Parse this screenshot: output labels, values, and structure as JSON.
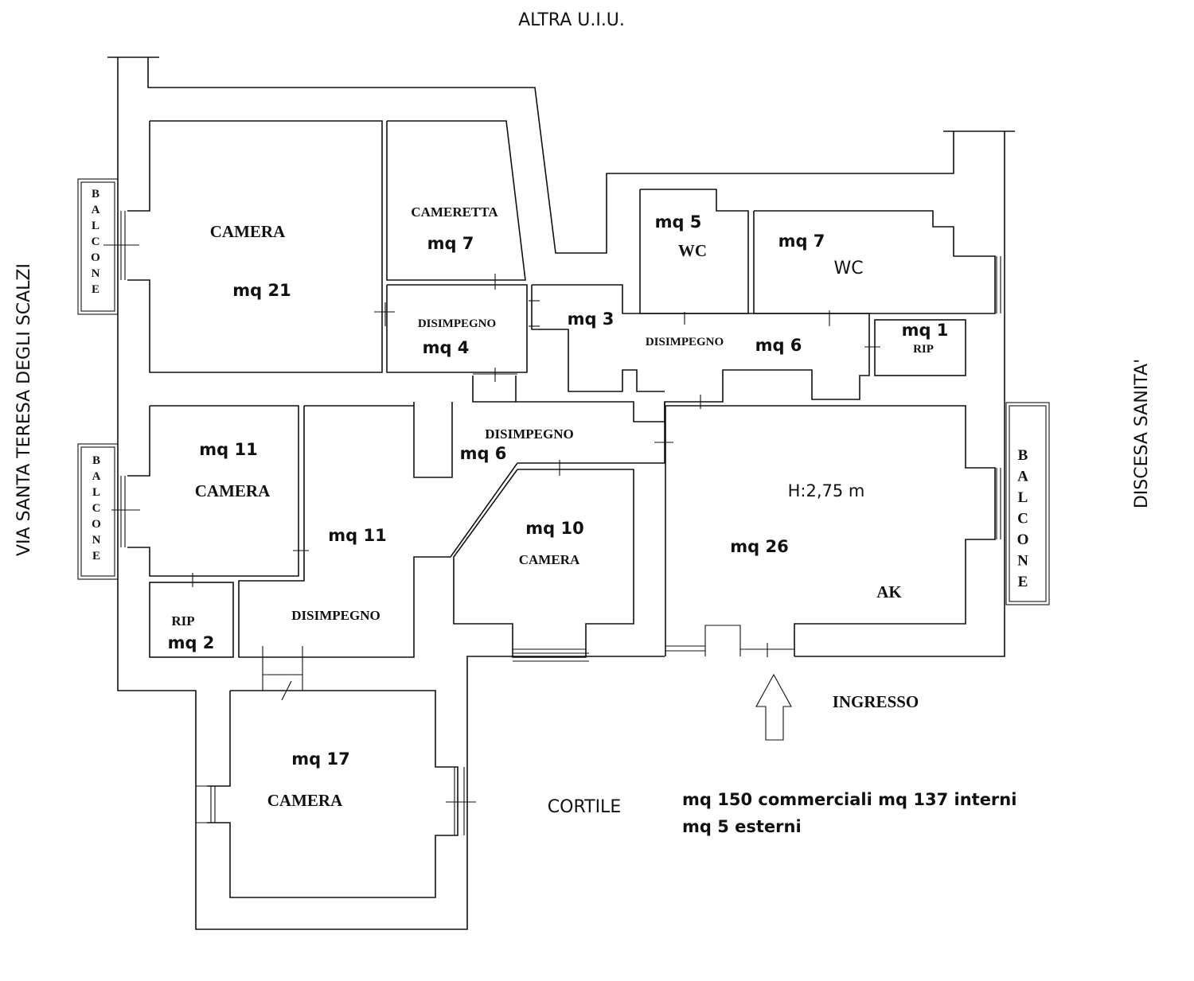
{
  "neighbors": {
    "top": "ALTRA U.I.U.",
    "left": "VIA SANTA TERESA DEGLI SCALZI",
    "right": "DISCESA SANITA'",
    "courtyard": "CORTILE"
  },
  "entrance": {
    "label": "INGRESSO"
  },
  "rooms": {
    "camera_nw": {
      "name": "CAMERA",
      "area": "mq 21"
    },
    "cameretta": {
      "name": "CAMERETTA",
      "area": "mq 7"
    },
    "disimpegno_4": {
      "name": "DISIMPEGNO",
      "area": "mq 4"
    },
    "corridor_3": {
      "area": "mq 3"
    },
    "wc_5": {
      "name": "WC",
      "area": "mq 5"
    },
    "wc_7": {
      "name": "WC",
      "area": "mq 7"
    },
    "disimpegno_6a": {
      "name": "DISIMPEGNO",
      "area": "mq 6"
    },
    "rip_1": {
      "name": "RIP",
      "area": "mq 1"
    },
    "camera_w": {
      "name": "CAMERA",
      "area": "mq 11"
    },
    "disimpegno_6b": {
      "name": "DISIMPEGNO",
      "area": "mq  6"
    },
    "disimpegno_11": {
      "name": "DISIMPEGNO",
      "area": "mq 11"
    },
    "camera_10": {
      "name": "CAMERA",
      "area": "mq 10"
    },
    "living": {
      "height": "H:2,75 m",
      "area": "mq 26",
      "name": "AK"
    },
    "rip_2": {
      "name": "RIP",
      "area": "mq 2"
    },
    "camera_17": {
      "name": "CAMERA",
      "area": "mq 17"
    }
  },
  "balconies": {
    "west_1": {
      "letters": [
        "B",
        "A",
        "L",
        "C",
        "O",
        "N",
        "E"
      ]
    },
    "west_2": {
      "letters": [
        "B",
        "A",
        "L",
        "C",
        "O",
        "N",
        "E"
      ]
    },
    "east": {
      "letters": [
        "B",
        "A",
        "L",
        "C",
        "O",
        "N",
        "E"
      ]
    }
  },
  "summary": {
    "line1": "mq 150 commerciali mq 137 interni",
    "line2": "mq 5 esterni"
  }
}
